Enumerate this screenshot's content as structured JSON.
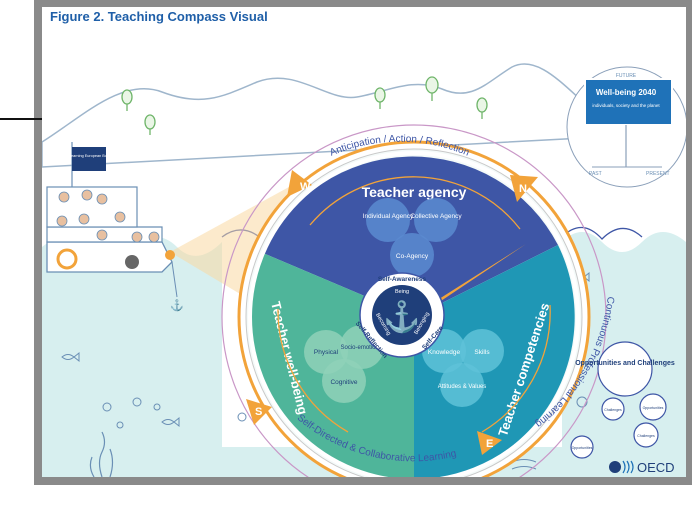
{
  "figure": {
    "title": "Figure  2. Teaching Compass Visual"
  },
  "compass": {
    "outer_ring_top": "Anticipation / Action / Reflection",
    "outer_ring_bottom": "Self-Directed & Collaborative Learning",
    "outer_ring_right": "Continuous Professional Learning",
    "directions": {
      "n": "N",
      "e": "E",
      "s": "S",
      "w": "W"
    },
    "agency": {
      "title": "Teacher agency",
      "circles": [
        "Individual Agency",
        "Collective Agency",
        "Co-Agency"
      ]
    },
    "wellbeing": {
      "title": "Teacher well-being",
      "circles": [
        "Physical",
        "Socio-emotional",
        "Cognitive"
      ]
    },
    "competencies": {
      "title": "Teacher competencies",
      "circles": [
        "Knowledge",
        "Skills",
        "Attitudes & Values"
      ]
    },
    "core": {
      "ring": [
        "Self-Awareness",
        "Self-Care",
        "Self-Reflection"
      ],
      "inner": [
        "Being",
        "Becoming",
        "Belonging"
      ]
    }
  },
  "signboard": {
    "future": "FUTURE",
    "past": "PAST",
    "present": "PRESENT",
    "title": "Well-being 2040",
    "subtitle": "individuals, society and the planet"
  },
  "ship": {
    "flag": "Learning European Bod"
  },
  "bubbles": {
    "main": "Opportunities and Challenges",
    "small": [
      "Challenges",
      "Opportunities",
      "Challenges",
      "Opportunities"
    ]
  },
  "logo": {
    "text": "OECD"
  },
  "colors": {
    "agency": "#3e56a6",
    "wellbeing": "#4fb59a",
    "competencies": "#1f97b5",
    "ring": "#f2a33a",
    "water": "#d7efef",
    "title": "#1f5fa8"
  }
}
